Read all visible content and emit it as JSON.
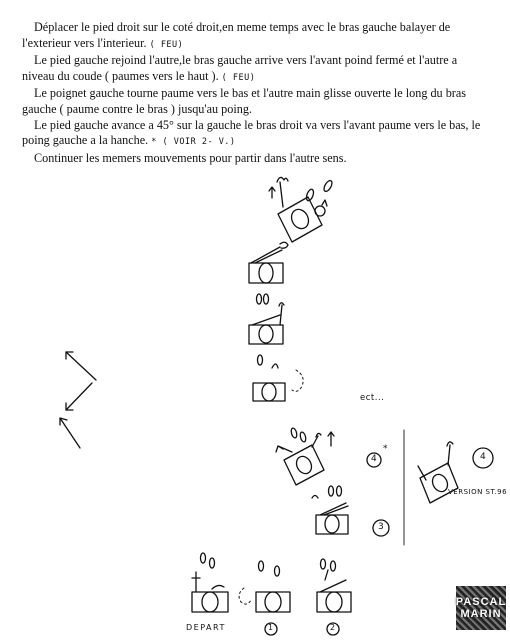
{
  "instructions": {
    "p1": "Déplacer le pied droit sur le coté droit,en meme temps avec le bras gauche balayer de l'exterieur vers l'interieur.",
    "p1_note": "( FEU)",
    "p2": "Le pied gauche rejoind l'autre,le bras gauche arrive vers l'avant poind fermé et l'autre a niveau du coude ( paumes vers le haut ).",
    "p2_note": "( FEU)",
    "p3": "Le poignet gauche tourne paume vers le bas et l'autre main glisse ouverte le long du bras gauche ( paume contre le bras ) jusqu'au poing.",
    "p4": "Le pied gauche avance a 45° sur la gauche le bras droit va vers l'avant paume vers le bas, le poing gauche a la hanche.",
    "p4_note": "* ( VOIR 2- V.)",
    "p5": "Continuer les memers mouvements pour partir dans l'autre sens."
  },
  "labels": {
    "etc": "ect...",
    "step4": "4",
    "step4_mark": "*",
    "step4_alt": "4",
    "version": "VERSION ST.96",
    "step3": "3",
    "depart": "DEPART",
    "step1": "1",
    "step2": "2"
  },
  "logo": {
    "line1": "PASCAL",
    "line2": "MARIN"
  }
}
